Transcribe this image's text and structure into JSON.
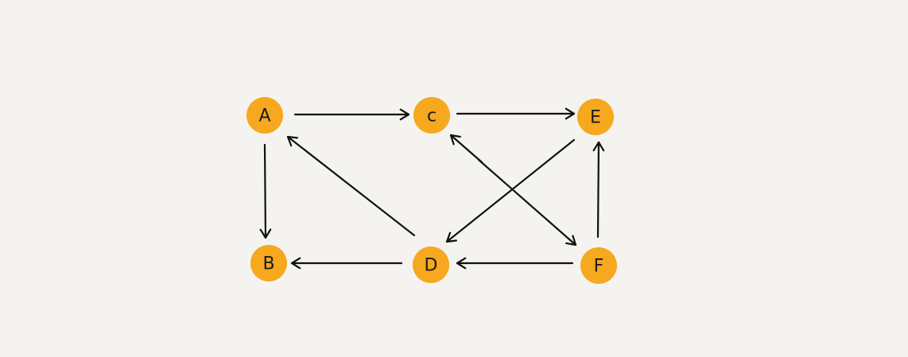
{
  "diagram": {
    "type": "directed-graph",
    "nodes": [
      {
        "id": "A",
        "label": "A"
      },
      {
        "id": "B",
        "label": "B"
      },
      {
        "id": "C",
        "label": "c"
      },
      {
        "id": "D",
        "label": "D"
      },
      {
        "id": "E",
        "label": "E"
      },
      {
        "id": "F",
        "label": "F"
      }
    ],
    "edges": [
      {
        "from": "A",
        "to": "C"
      },
      {
        "from": "C",
        "to": "E"
      },
      {
        "from": "A",
        "to": "B"
      },
      {
        "from": "D",
        "to": "A"
      },
      {
        "from": "D",
        "to": "B"
      },
      {
        "from": "E",
        "to": "D"
      },
      {
        "from": "C",
        "to": "F"
      },
      {
        "from": "F",
        "to": "C"
      },
      {
        "from": "F",
        "to": "D"
      },
      {
        "from": "F",
        "to": "E"
      }
    ],
    "colors": {
      "node_fill": "#f6a81f",
      "edge": "#111111",
      "background": "#f5f3ef"
    }
  }
}
